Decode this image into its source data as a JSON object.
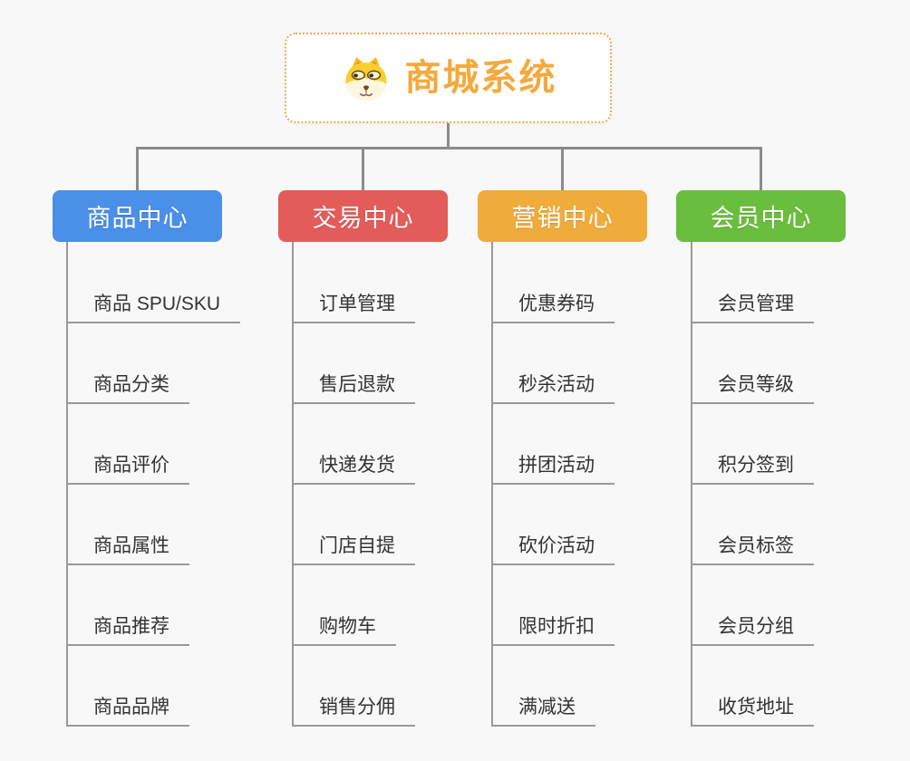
{
  "root": {
    "title": "商城系统",
    "accent_color": "#F5A93C",
    "icon": "shiba-dog-icon"
  },
  "connector_color": "#8B8B8B",
  "branches": [
    {
      "label": "商品中心",
      "color": "#4A8FE8",
      "items": [
        "商品 SPU/SKU",
        "商品分类",
        "商品评价",
        "商品属性",
        "商品推荐",
        "商品品牌"
      ]
    },
    {
      "label": "交易中心",
      "color": "#E45C5A",
      "items": [
        "订单管理",
        "售后退款",
        "快递发货",
        "门店自提",
        "购物车",
        "销售分佣"
      ]
    },
    {
      "label": "营销中心",
      "color": "#EFAC3B",
      "items": [
        "优惠券码",
        "秒杀活动",
        "拼团活动",
        "砍价活动",
        "限时折扣",
        "满减送"
      ]
    },
    {
      "label": "会员中心",
      "color": "#6BBE3D",
      "items": [
        "会员管理",
        "会员等级",
        "积分签到",
        "会员标签",
        "会员分组",
        "收货地址"
      ]
    }
  ]
}
